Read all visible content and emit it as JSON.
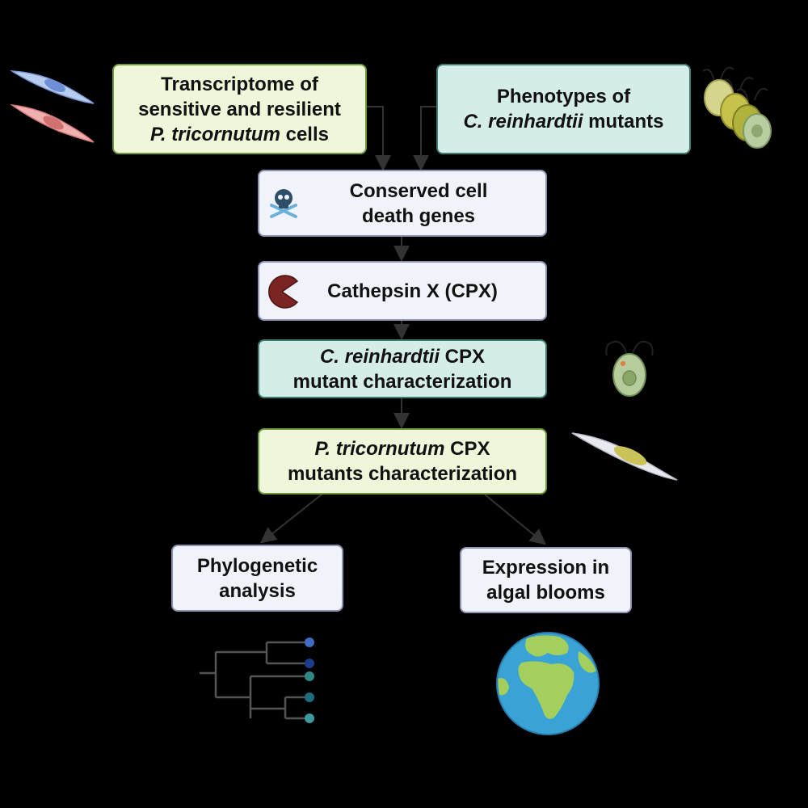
{
  "boxes": {
    "transcriptome": {
      "line1": "Transcriptome of",
      "line2": "sensitive and resilient",
      "line3_italic": "P. tricornutum",
      "line3_rest": " cells"
    },
    "phenotypes": {
      "line1": "Phenotypes of",
      "line2_italic": "C. reinhardtii",
      "line2_rest": " mutants"
    },
    "conserved": {
      "line1": "Conserved cell",
      "line2": "death genes"
    },
    "cathepsin": {
      "label": "Cathepsin X (CPX)"
    },
    "cr_cpx": {
      "line1_italic": "C. reinhardtii",
      "line1_rest": " CPX",
      "line2": "mutant characterization"
    },
    "pt_cpx": {
      "line1_italic": "P. tricornutum",
      "line1_rest": " CPX",
      "line2": "mutants characterization"
    },
    "phylo": {
      "line1": "Phylogenetic",
      "line2": "analysis"
    },
    "expression": {
      "line1": "Expression in",
      "line2": "algal blooms"
    }
  },
  "icons": [
    "diatom-blue-icon",
    "diatom-red-icon",
    "chlamydomonas-group-icon",
    "skull-crossbones-icon",
    "pacman-enzyme-icon",
    "chlamydomonas-icon",
    "diatom-yellow-icon",
    "phylogenetic-tree-icon",
    "earth-globe-icon"
  ],
  "colors": {
    "green_box": "#eef7d9",
    "teal_box": "#d4ede9",
    "white_box": "#f1f3fa",
    "arrow": "#333333",
    "enzyme": "#7a2424"
  }
}
